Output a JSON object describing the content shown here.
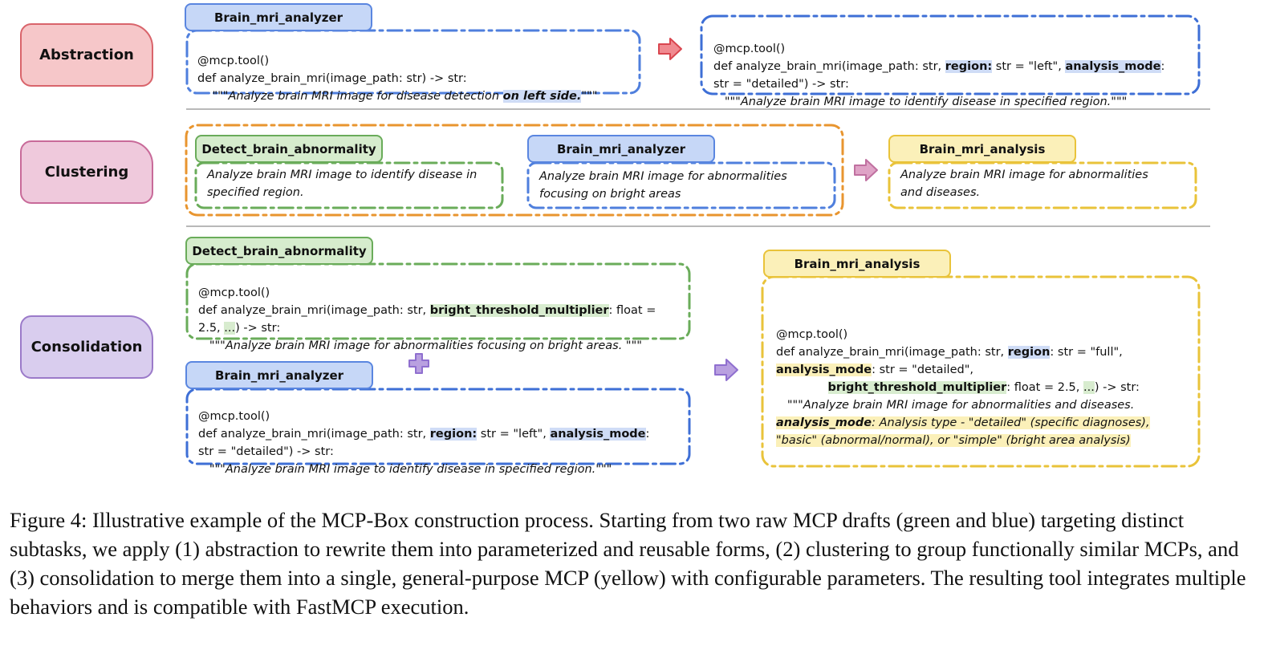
{
  "stages": {
    "abstraction": "Abstraction",
    "clustering": "Clustering",
    "consolidation": "Consolidation"
  },
  "abstraction": {
    "left_tab": "Brain_mri_analyzer",
    "left_line1": "@mcp.tool()",
    "left_line2": "def analyze_brain_mri(image_path: str) -> str:",
    "left_line3_a": "\"\"\"Analyze brain MRI image for disease detection ",
    "left_line3_hl": "on left side.",
    "left_line3_b": "\"\"\"",
    "right_line1": "@mcp.tool()",
    "right_line2_a": "def analyze_brain_mri(image_path: str, ",
    "right_line2_hl1": "region:",
    "right_line2_b": " str = \"left\", ",
    "right_line2_hl2": "analysis_mode",
    "right_line2_c": ":",
    "right_line3": "str = \"detailed\") -> str:",
    "right_line4": "\"\"\"Analyze brain MRI image to identify disease in specified region.\"\"\""
  },
  "clustering": {
    "tab_green": "Detect_brain_abnormality",
    "desc_green_1": "Analyze brain MRI image to identify disease in",
    "desc_green_2": "specified region.",
    "tab_blue": "Brain_mri_analyzer",
    "desc_blue_1": "Analyze brain MRI image for abnormalities",
    "desc_blue_2": "focusing on bright areas",
    "tab_yellow": "Brain_mri_analysis",
    "desc_yellow_1": "Analyze brain MRI image for abnormalities",
    "desc_yellow_2": "and diseases."
  },
  "consolidation": {
    "green_tab": "Detect_brain_abnormality",
    "green_line1": "@mcp.tool()",
    "green_line2_a": "def analyze_brain_mri(image_path: str, ",
    "green_line2_hl": "bright_threshold_multiplier",
    "green_line2_b": ": float =",
    "green_line3_a": "2.5, ",
    "green_line3_hl": "...",
    "green_line3_b": ") -> str:",
    "green_line4": "\"\"\"Analyze brain MRI image for abnormalities focusing on bright areas. \"\"\"",
    "blue_tab": "Brain_mri_analyzer",
    "blue_line1": "@mcp.tool()",
    "blue_line2_a": "def analyze_brain_mri(image_path: str, ",
    "blue_line2_hl1": "region:",
    "blue_line2_b": " str = \"left\", ",
    "blue_line2_hl2": "analysis_mode",
    "blue_line2_c": ":",
    "blue_line3": "str = \"detailed\") -> str:",
    "blue_line4": "\"\"\"Analyze brain MRI image to identify disease in specified region.\"\"\"",
    "yellow_tab": "Brain_mri_analysis",
    "yellow_line1": "@mcp.tool()",
    "yellow_line2_a": "def analyze_brain_mri(image_path: str, ",
    "yellow_line2_hl": "region",
    "yellow_line2_b": ": str = \"full\",",
    "yellow_line3_hl": "analysis_mode",
    "yellow_line3_b": ": str = \"detailed\",",
    "yellow_line4_hl": "bright_threshold_multiplier",
    "yellow_line4_b": ": float = 2.5, ",
    "yellow_line4_hl2": "...",
    "yellow_line4_c": ") -> str:",
    "yellow_line5": "\"\"\"Analyze brain MRI image for abnormalities and diseases.",
    "yellow_line6_hl": "analysis_mode",
    "yellow_line6_b": ": Analysis type - \"detailed\" (specific diagnoses),",
    "yellow_line7": "\"basic\" (abnormal/normal), or \"simple\" (bright area analysis)"
  },
  "caption": "Figure 4: Illustrative example of the MCP-Box construction process. Starting from two raw MCP drafts (green and blue) targeting distinct subtasks, we apply (1) abstraction to rewrite them into parameterized and reusable forms, (2) clustering to group functionally similar MCPs, and (3) consolidation to merge them into a single, general-purpose MCP (yellow) with configurable parameters. The resulting tool integrates multiple behaviors and is compatible with FastMCP execution.",
  "colors": {
    "blue": "#4f7fdd",
    "green": "#6aac5a",
    "yellow": "#e9c33a",
    "orange": "#e8952f",
    "red_arrow": "#e8636b",
    "pink_arrow": "#d48ab6",
    "purple_arrow": "#a98ad6"
  }
}
